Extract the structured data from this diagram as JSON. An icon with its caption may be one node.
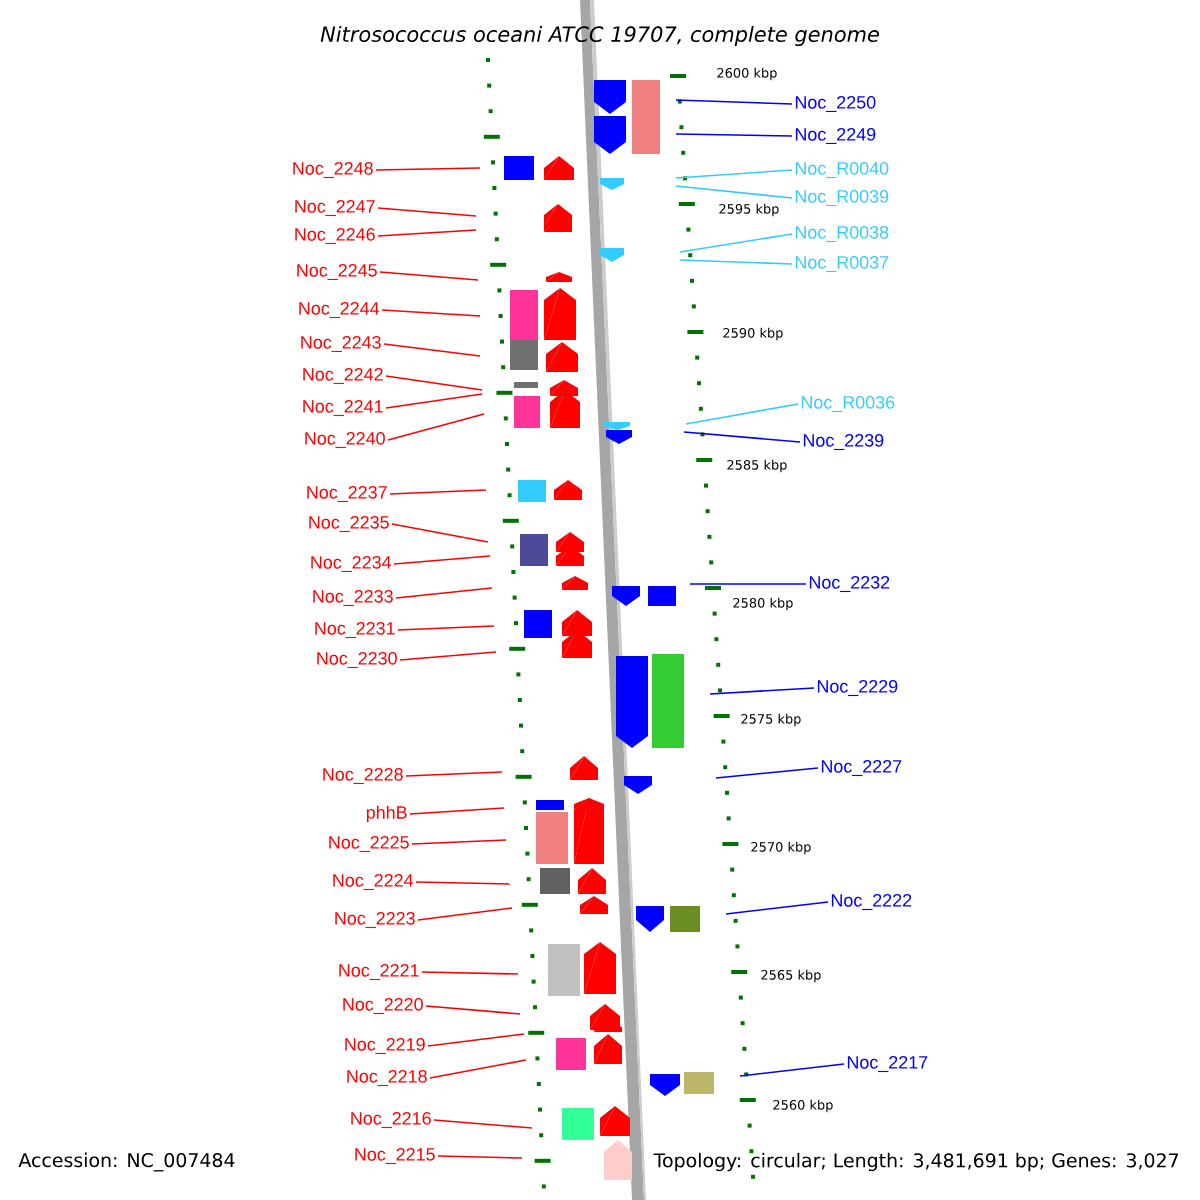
{
  "diagram": {
    "title": "*Nitrosococcus oceani* ATCC 19707, complete genome",
    "nodes": [
      {
        "text": [
          "Noc_2248"
        ]
      },
      {
        "text": [
          "Noc_2247"
        ]
      },
      {
        "text": [
          "Noc_2246"
        ]
      },
      {
        "text": [
          "Noc_2245"
        ]
      },
      {
        "text": [
          "Noc_2244"
        ]
      },
      {
        "text": [
          "Noc_2243"
        ]
      },
      {
        "text": [
          "Noc_2242"
        ]
      },
      {
        "text": [
          "Noc_2241"
        ]
      },
      {
        "text": [
          "Noc_2240"
        ]
      },
      {
        "text": [
          "Noc_2237"
        ]
      },
      {
        "text": [
          "Noc_2235"
        ]
      },
      {
        "text": [
          "Noc_2234"
        ]
      },
      {
        "text": [
          "Noc_2233"
        ]
      },
      {
        "text": [
          "Noc_2231"
        ]
      },
      {
        "text": [
          "Noc_2230"
        ]
      },
      {
        "text": [
          "Noc_2228"
        ]
      },
      {
        "text": [
          "phhB"
        ]
      },
      {
        "text": [
          "Noc_2225"
        ]
      },
      {
        "text": [
          "Noc_2224"
        ]
      },
      {
        "text": [
          "Noc_2223"
        ]
      },
      {
        "text": [
          "Noc_2221"
        ]
      },
      {
        "text": [
          "Noc_2220"
        ]
      },
      {
        "text": [
          "Noc_2219"
        ]
      },
      {
        "text": [
          "Noc_2218"
        ]
      },
      {
        "text": [
          "Noc_2216"
        ]
      },
      {
        "text": [
          "Noc_2215"
        ]
      },
      {
        "text": [
          "Noc_2250"
        ]
      },
      {
        "text": [
          "Noc_2249"
        ]
      },
      {
        "text": [
          "Noc_R0040"
        ]
      },
      {
        "text": [
          "Noc_R0039"
        ]
      },
      {
        "text": [
          "Noc_R0038"
        ]
      },
      {
        "text": [
          "Noc_R0037"
        ]
      },
      {
        "text": [
          "Noc_R0036"
        ]
      },
      {
        "text": [
          "Noc_2239"
        ]
      },
      {
        "text": [
          "Noc_2232"
        ]
      },
      {
        "text": [
          "Noc_2229"
        ]
      },
      {
        "text": [
          "Noc_2227"
        ]
      },
      {
        "text": [
          "Noc_2222"
        ]
      },
      {
        "text": [
          "Noc_2217"
        ]
      }
    ],
    "edges": [
      {
        "from": 0,
        "to": null,
        "arrow": "none"
      },
      {
        "from": 1,
        "to": null,
        "arrow": "none"
      },
      {
        "from": 2,
        "to": null,
        "arrow": "none"
      },
      {
        "from": 3,
        "to": null,
        "arrow": "none"
      },
      {
        "from": 4,
        "to": null,
        "arrow": "none"
      },
      {
        "from": 5,
        "to": null,
        "arrow": "none"
      },
      {
        "from": 6,
        "to": null,
        "arrow": "none"
      },
      {
        "from": 7,
        "to": null,
        "arrow": "none"
      },
      {
        "from": 8,
        "to": null,
        "arrow": "none"
      },
      {
        "from": 9,
        "to": null,
        "arrow": "none"
      },
      {
        "from": 10,
        "to": null,
        "arrow": "none"
      },
      {
        "from": 11,
        "to": null,
        "arrow": "none"
      },
      {
        "from": 12,
        "to": null,
        "arrow": "none"
      },
      {
        "from": 13,
        "to": null,
        "arrow": "none"
      },
      {
        "from": 14,
        "to": null,
        "arrow": "none"
      },
      {
        "from": 15,
        "to": null,
        "arrow": "none"
      },
      {
        "from": 16,
        "to": null,
        "arrow": "none"
      },
      {
        "from": 17,
        "to": null,
        "arrow": "none"
      },
      {
        "from": 18,
        "to": null,
        "arrow": "none"
      },
      {
        "from": 19,
        "to": null,
        "arrow": "none"
      },
      {
        "from": 20,
        "to": null,
        "arrow": "none"
      },
      {
        "from": 21,
        "to": null,
        "arrow": "none"
      },
      {
        "from": 22,
        "to": null,
        "arrow": "none"
      },
      {
        "from": 23,
        "to": null,
        "arrow": "none"
      },
      {
        "from": 24,
        "to": null,
        "arrow": "none"
      },
      {
        "from": 25,
        "to": null,
        "arrow": "none"
      },
      {
        "from": 26,
        "to": null,
        "arrow": "none",
        "color": "#0000ff"
      },
      {
        "from": 27,
        "to": null,
        "arrow": "none",
        "color": "#0000ff"
      },
      {
        "from": 28,
        "to": null,
        "arrow": "none",
        "color": "#33ccff"
      },
      {
        "from": 29,
        "to": null,
        "arrow": "none",
        "color": "#33ccff"
      },
      {
        "from": 30,
        "to": null,
        "arrow": "none",
        "color": "#33ccff"
      },
      {
        "from": 31,
        "to": null,
        "arrow": "none",
        "color": "#33ccff"
      },
      {
        "from": 32,
        "to": null,
        "arrow": "none",
        "color": "#33ccff"
      },
      {
        "from": 33,
        "to": null,
        "arrow": "none",
        "color": "#0000ff"
      },
      {
        "from": 34,
        "to": null,
        "arrow": "none",
        "color": "#0000ff"
      },
      {
        "from": 35,
        "to": null,
        "arrow": "none",
        "color": "#0000ff"
      },
      {
        "from": 36,
        "to": null,
        "arrow": "none",
        "color": "#0000ff"
      },
      {
        "from": 37,
        "to": null,
        "arrow": "none",
        "color": "#0000ff"
      },
      {
        "from": 38,
        "to": null,
        "arrow": "none",
        "color": "#0000ff"
      }
    ],
    "labels": [
      "2600 kbp",
      "2595 kbp",
      "2590 kbp",
      "2585 kbp",
      "2580 kbp",
      "2575 kbp",
      "2570 kbp",
      "2565 kbp",
      "2560 kbp",
      "Accession: NC_007484",
      "Topology: circular; Length: 3,481,691 bp; Genes: 3,027"
    ]
  }
}
